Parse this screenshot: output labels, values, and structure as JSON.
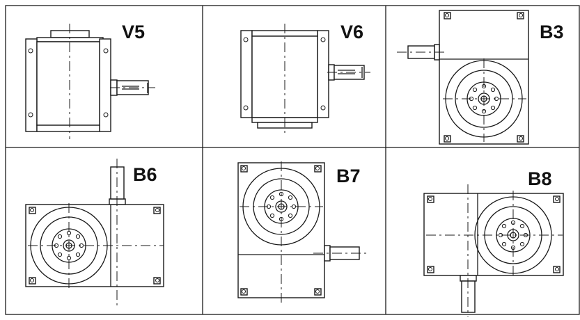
{
  "panels": [
    {
      "id": "V5",
      "label": "V5"
    },
    {
      "id": "V6",
      "label": "V6"
    },
    {
      "id": "B3",
      "label": "B3"
    },
    {
      "id": "B6",
      "label": "B6"
    },
    {
      "id": "B7",
      "label": "B7"
    },
    {
      "id": "B8",
      "label": "B8"
    }
  ]
}
